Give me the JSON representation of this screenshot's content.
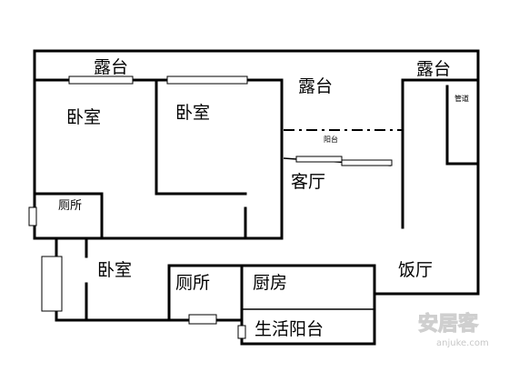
{
  "floorplan": {
    "rooms": {
      "terrace_top_left": "露台",
      "terrace_middle": "露台",
      "terrace_right": "露台",
      "bedroom_1": "卧室",
      "bedroom_2": "卧室",
      "bedroom_3": "卧室",
      "pipe_well": "管道",
      "balcony_small": "阳台",
      "living_room": "客厅",
      "toilet_1": "厕所",
      "toilet_2": "厕所",
      "kitchen": "厨房",
      "dining_room": "饭厅",
      "service_balcony": "生活阳台"
    }
  },
  "watermark": {
    "logo": "安居客",
    "url": "anjuke.com"
  }
}
